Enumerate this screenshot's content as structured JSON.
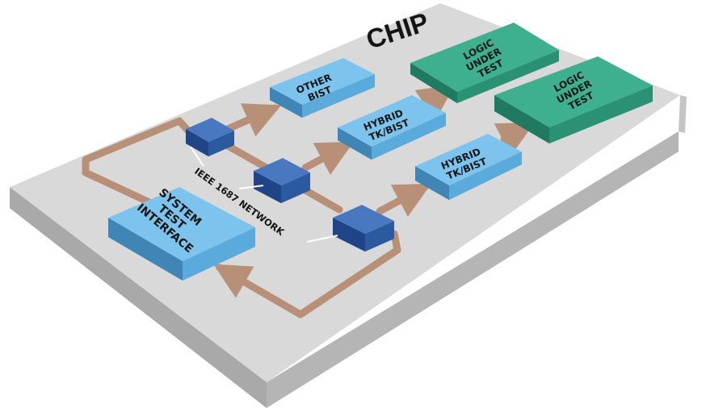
{
  "diagram": {
    "chip_label": "CHIP",
    "network_label": "IEEE 1687 NETWORK",
    "blocks": {
      "system_test_interface": [
        "SYSTEM",
        "TEST",
        "INTERFACE"
      ],
      "other_bist": [
        "OTHER",
        "BIST"
      ],
      "hybrid_top": [
        "HYBRID",
        "TK/BIST"
      ],
      "hybrid_bottom": [
        "HYBRID",
        "TK/BIST"
      ],
      "logic_top": [
        "LOGIC",
        "UNDER",
        "TEST"
      ],
      "logic_bottom": [
        "LOGIC",
        "UNDER",
        "TEST"
      ]
    },
    "colors": {
      "board_top": "#d8d8d8",
      "board_front": "#b9b9b9",
      "board_side": "#cacaca",
      "blue_block": "#62b4e5",
      "green_block": "#2f9e80",
      "node": "#2c5aa0",
      "wire": "#b88f77"
    }
  }
}
